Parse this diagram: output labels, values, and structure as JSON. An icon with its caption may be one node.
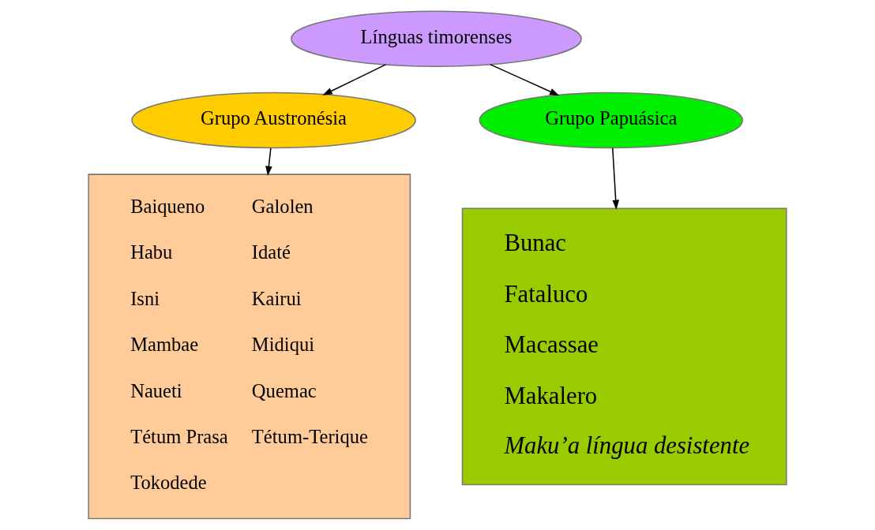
{
  "diagram": {
    "nodes": [
      {
        "text": [
          "Línguas timorenses"
        ]
      },
      {
        "text": [
          "Grupo Austronésia"
        ]
      },
      {
        "text": [
          "Grupo Papuásica"
        ]
      },
      {
        "text": [
          "Baiqueno",
          "Galolen",
          "Habu",
          "Idaté",
          "Isni",
          "Kairui",
          "Mambae",
          "Midiqui",
          "Naueti",
          "Quemac",
          "Tétum Prasa",
          "Tétum-Terique",
          "Tokodede"
        ]
      },
      {
        "text": [
          "Bunac",
          "Fataluco",
          "Macassae",
          "Makalero",
          "Maku’a língua desistente"
        ]
      }
    ],
    "edges": [
      {
        "from": 0,
        "to": 1,
        "arrow": "to"
      },
      {
        "from": 0,
        "to": 2,
        "arrow": "to"
      },
      {
        "from": 1,
        "to": 3,
        "arrow": "to"
      },
      {
        "from": 2,
        "to": 4,
        "arrow": "to"
      }
    ]
  }
}
